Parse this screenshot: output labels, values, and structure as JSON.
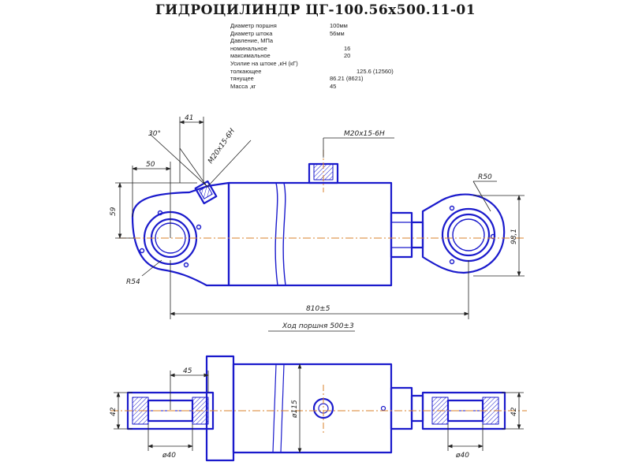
{
  "title": "ГИДРОЦИЛИНДР  ЦГ-100.56x500.11-01",
  "specs": [
    {
      "label": "Диаметр поршня",
      "value": "100мм"
    },
    {
      "label": "Диаметр штока",
      "value": "56мм"
    },
    {
      "label": "Давление, МПа",
      "value": ""
    },
    {
      "label": "номинальное",
      "value": "16"
    },
    {
      "label": "максимальное",
      "value": "20"
    },
    {
      "label": "Усилие на штоке ,кН (кГ)",
      "value": ""
    },
    {
      "label": "толкающее",
      "value": "125.6 (12560)"
    },
    {
      "label": "тянущее",
      "value": "86.21  (8621)"
    },
    {
      "label": "Масса ,кг",
      "value": "45"
    }
  ],
  "dimensions": {
    "d41": "41",
    "angle30": "30°",
    "thread_left": "M20x15-6H",
    "thread_top": "M20x15-6H",
    "d50": "50",
    "d59": "59",
    "r54": "R54",
    "r50": "R50",
    "d98": "98,1",
    "d810": "810±5",
    "stroke": "Ход поршня 500±3",
    "d45": "45",
    "d42_left": "42",
    "d42_right": "42",
    "d40_left": "ø40",
    "d40_right": "ø40",
    "d115": "ø115"
  },
  "colors": {
    "outline": "#1a1acc",
    "dimension": "#222222",
    "centerline": "#d9822b",
    "hatch": "#1a1acc"
  }
}
